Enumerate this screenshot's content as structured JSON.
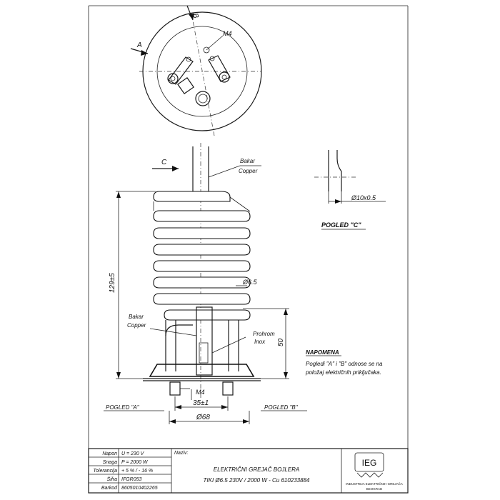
{
  "views": {
    "top": {
      "label_a": "A",
      "label_b": "B",
      "thread": "M4"
    },
    "side": {
      "label_c": "C",
      "copper_top_sr": "Bakar",
      "copper_top_en": "Copper",
      "copper_bottom_sr": "Bakar",
      "copper_bottom_en": "Copper",
      "pipe_dia": "Ø6.5",
      "inox_sr": "Prohrom",
      "inox_en": "Inox",
      "height": "129±5",
      "dim_50": "50",
      "thread_m4": "M4",
      "spacing": "35±1",
      "base_dia": "Ø68",
      "view_a": "POGLED \"A\"",
      "view_b": "POGLED \"B\""
    },
    "detail_c": {
      "dia": "Ø10x0.5",
      "title": "POGLED \"C\""
    }
  },
  "note": {
    "title": "NAPOMENA",
    "line1": "Pogledi \"A\" i \"B\" odnose se na",
    "line2": "položaj električnih priključaka."
  },
  "title_block": {
    "rows": [
      {
        "label": "Napon",
        "value": "U = 230  V"
      },
      {
        "label": "Snaga",
        "value": "P = 2000 W"
      },
      {
        "label": "Tolerancija",
        "value": "+ 5 %   /  - 16 %"
      },
      {
        "label": "Šifra",
        "value": "IFGR053"
      },
      {
        "label": "Barkod",
        "value": "8605010402265"
      }
    ],
    "naziv_label": "Naziv:",
    "name_line1": "ELEKTRIČNI GREJAČ BOJLERA",
    "name_line2": "TIKI Ø6.5 230V / 2000 W - Cu 610233884",
    "logo_text": "IEG",
    "company_line1": "INDUSTRIJA ELEKTRIČNIH GREJAČA",
    "company_line2": "BEOGRAD"
  }
}
